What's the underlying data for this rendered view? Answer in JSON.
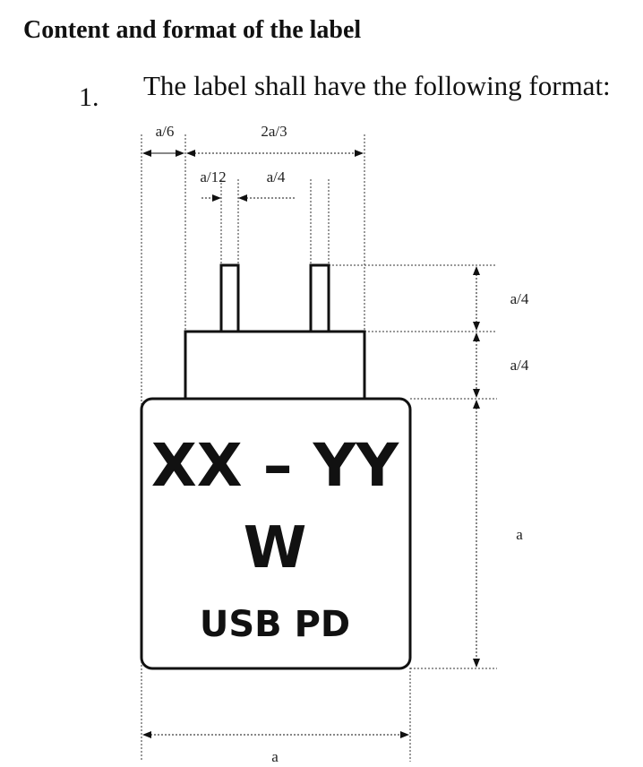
{
  "document": {
    "heading": "Content and format of the label",
    "item_number": "1.",
    "item_text": "The label shall have the following format:"
  },
  "figure": {
    "dimensions": {
      "top_left": "a/6",
      "top_span": "2a/3",
      "pin_width": "a/12",
      "pin_gap": "a/4",
      "pin_height": "a/4",
      "base_height": "a/4",
      "body_height": "a",
      "body_width": "a"
    },
    "label_text": {
      "line1": "XX – YY",
      "line2": "W",
      "line3": "USB PD"
    }
  }
}
